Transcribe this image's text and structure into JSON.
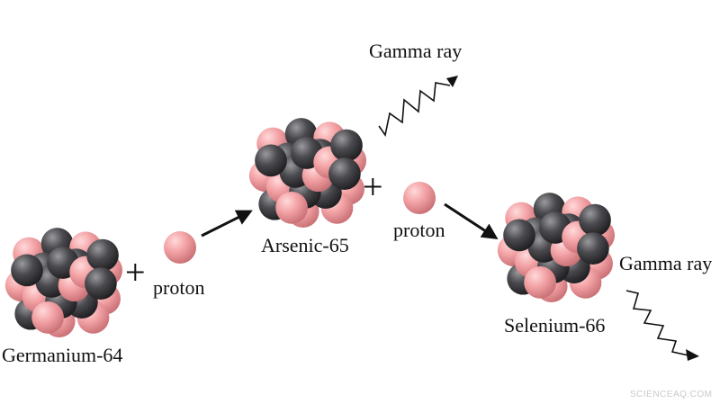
{
  "labels": {
    "germanium": "Germanium-64",
    "arsenic": "Arsenic-65",
    "selenium": "Selenium-66",
    "proton1": "proton",
    "proton2": "proton",
    "gamma1": "Gamma ray",
    "gamma2": "Gamma ray",
    "plus1": "+",
    "plus2": "+"
  },
  "watermark": "SCIENCEAQ.COM",
  "colors": {
    "proton": "#f3a3a6",
    "neutron": "#4b4b4f",
    "text": "#111111"
  }
}
